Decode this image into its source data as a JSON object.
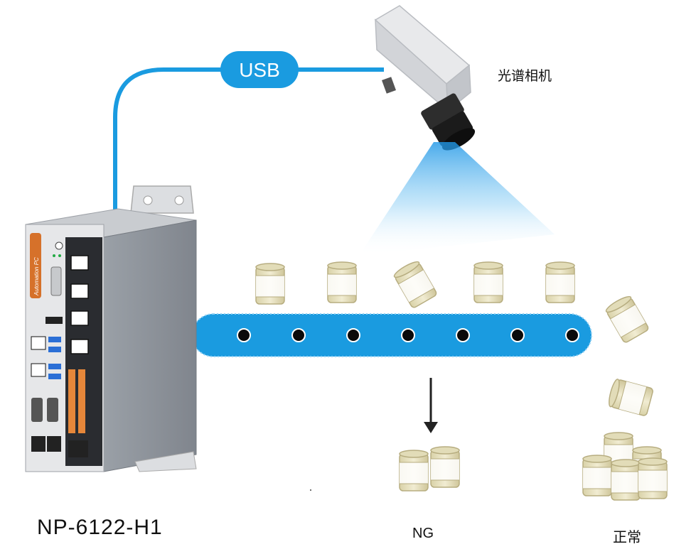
{
  "connection": {
    "label": "USB"
  },
  "camera": {
    "label": "光谱相机"
  },
  "pc": {
    "model": "NP-6122-H1",
    "brand_text": "Automation PC"
  },
  "outputs": {
    "ng_label": "NG",
    "normal_label": "正常"
  },
  "colors": {
    "accent": "#1a9be0",
    "belt_dot": "#0a0a0a",
    "can": "#e9e4c4",
    "pc_body": "#8e939a"
  }
}
